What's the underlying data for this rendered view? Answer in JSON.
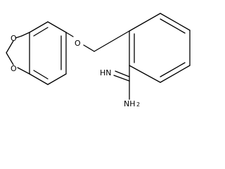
{
  "molecule": {
    "atoms": {
      "ring_oxygen_top": "O",
      "ring_oxygen_bottom": "O",
      "ether_oxygen": "O",
      "imine_nitrogen": "HN",
      "amine_group": "NH",
      "amine_subscript": "2"
    },
    "line_color": "#000000",
    "background_color": "#ffffff"
  }
}
